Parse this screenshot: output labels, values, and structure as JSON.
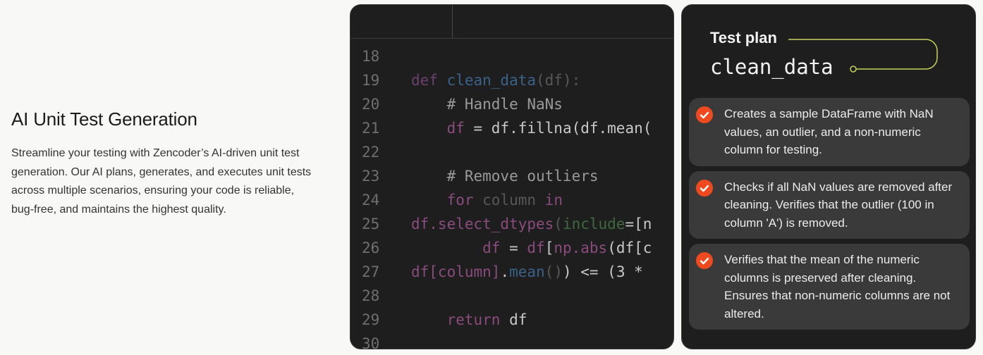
{
  "intro": {
    "title": "AI Unit Test Generation",
    "description": "Streamline your testing with Zencoder’s AI-driven unit test generation. Our AI plans, generates, and executes unit tests across multiple scenarios, ensuring your code is reliable, bug-free, and maintains the highest quality."
  },
  "code": {
    "lines": [
      {
        "num": "18",
        "parts": []
      },
      {
        "num": "19",
        "parts": [
          {
            "t": "def ",
            "c": "kw"
          },
          {
            "t": "clean_data",
            "c": "fn"
          },
          {
            "t": "(df):",
            "c": "dim"
          }
        ]
      },
      {
        "num": "20",
        "parts": [
          {
            "t": "    # Handle NaNs",
            "c": "cm"
          }
        ]
      },
      {
        "num": "21",
        "parts": [
          {
            "t": "    ",
            "c": "tx"
          },
          {
            "t": "df",
            "c": "pk"
          },
          {
            "t": " = df.fillna(df.mean(",
            "c": "tx"
          }
        ]
      },
      {
        "num": "22",
        "parts": []
      },
      {
        "num": "23",
        "parts": [
          {
            "t": "    # Remove outliers",
            "c": "cm"
          }
        ]
      },
      {
        "num": "24",
        "parts": [
          {
            "t": "    ",
            "c": "tx"
          },
          {
            "t": "for",
            "c": "pk"
          },
          {
            "t": " column ",
            "c": "dim"
          },
          {
            "t": "in",
            "c": "pk"
          }
        ]
      },
      {
        "num": "25",
        "parts": [
          {
            "t": "df.select_dtypes",
            "c": "pk"
          },
          {
            "t": "(",
            "c": "dim"
          },
          {
            "t": "include",
            "c": "gr"
          },
          {
            "t": "=[n",
            "c": "tx"
          }
        ]
      },
      {
        "num": "26",
        "parts": [
          {
            "t": "        ",
            "c": "tx"
          },
          {
            "t": "df",
            "c": "pk"
          },
          {
            "t": " = ",
            "c": "tx"
          },
          {
            "t": "df",
            "c": "pk"
          },
          {
            "t": "[",
            "c": "tx"
          },
          {
            "t": "np.abs",
            "c": "pk"
          },
          {
            "t": "(df[c",
            "c": "tx"
          }
        ]
      },
      {
        "num": "27",
        "parts": [
          {
            "t": "df[column]",
            "c": "pk"
          },
          {
            "t": ".",
            "c": "tx"
          },
          {
            "t": "mean",
            "c": "fn"
          },
          {
            "t": "()",
            "c": "dim"
          },
          {
            "t": ") <= (3 *",
            "c": "tx"
          }
        ]
      },
      {
        "num": "28",
        "parts": []
      },
      {
        "num": "29",
        "parts": [
          {
            "t": "    ",
            "c": "tx"
          },
          {
            "t": "return",
            "c": "pk"
          },
          {
            "t": " df",
            "c": "tx"
          }
        ]
      },
      {
        "num": "30",
        "parts": []
      }
    ]
  },
  "plan": {
    "label": "Test plan",
    "function_name": "clean_data",
    "items": [
      {
        "text": "Creates a sample DataFrame with NaN values, an outlier, and a non-numeric column for testing."
      },
      {
        "text": "Checks if all NaN values are removed after cleaning. Verifies that the outlier (100 in column 'A') is removed."
      },
      {
        "text": "Verifies that the mean of the numeric columns is preserved after cleaning. Ensures that non-numeric columns are not altered."
      }
    ]
  },
  "colors": {
    "accent": "#ef4a1f",
    "connector": "#c8d25a",
    "card_bg": "#1e1e1e",
    "item_bg": "#3a3a3a"
  }
}
